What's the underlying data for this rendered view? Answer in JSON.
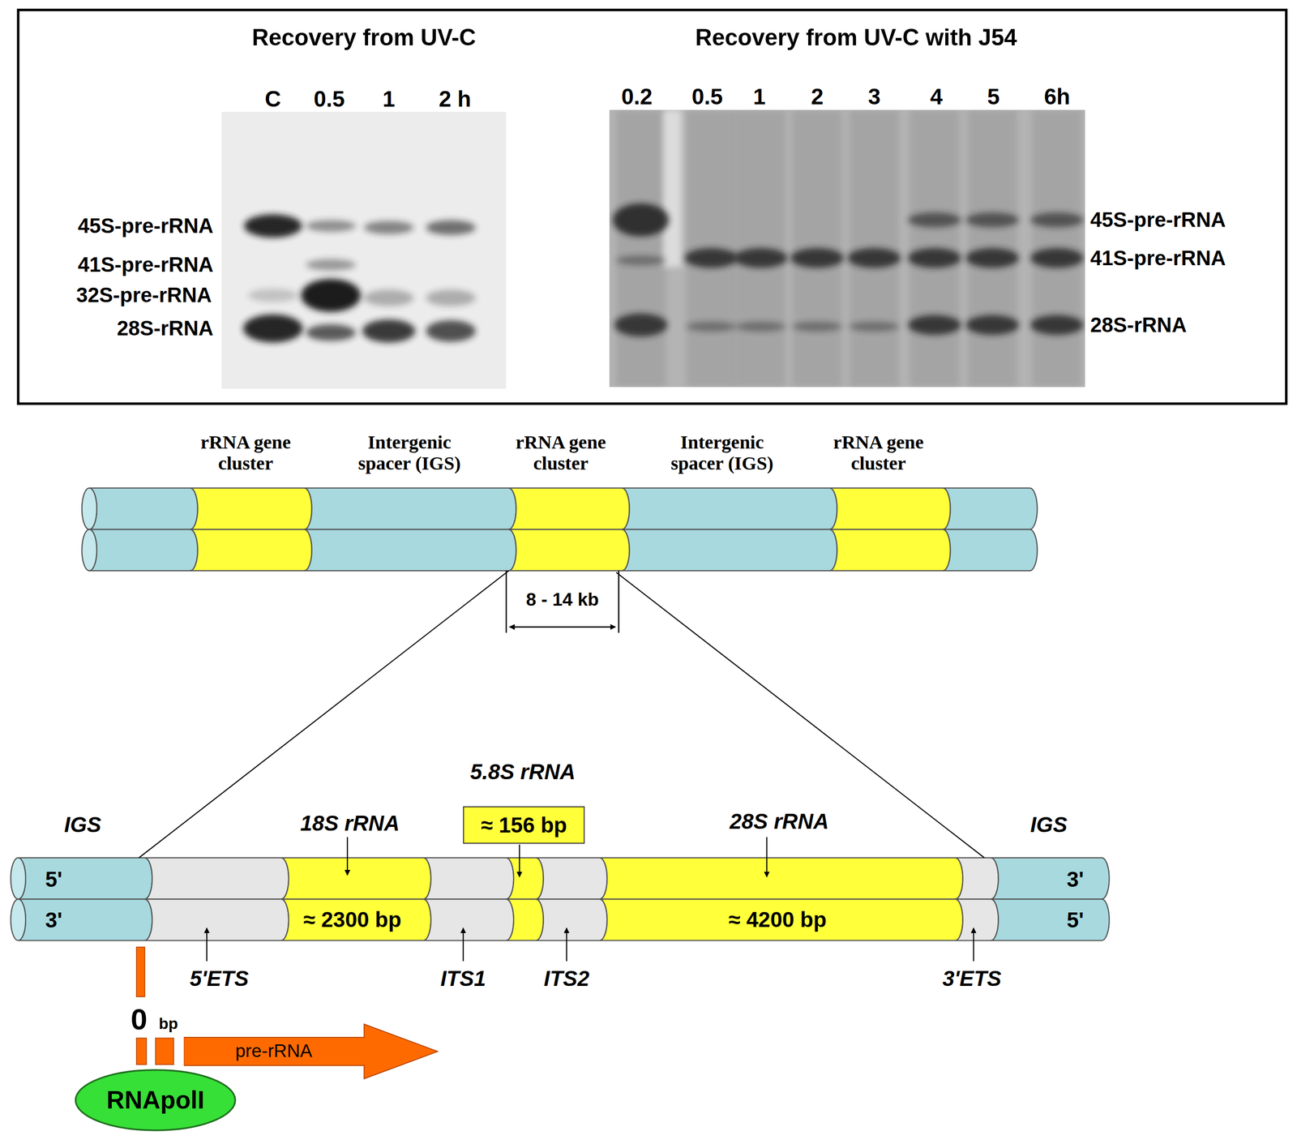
{
  "diagram": {
    "nodes": [
      {
        "text": [
          "Recovery from UV-C"
        ]
      },
      {
        "text": [
          "Recovery from UV-C with J54"
        ]
      },
      {
        "text": [
          "≈ 156 bp"
        ]
      },
      {
        "text": [
          "≈ 2300 bp"
        ]
      },
      {
        "text": [
          "≈ 4200 bp"
        ]
      },
      {
        "text": [
          "pre-rRNA"
        ]
      },
      {
        "text": [
          "RNApolI"
        ]
      }
    ],
    "labels": [
      "C",
      "0.5",
      "1",
      "2 h",
      "45S-pre-rRNA",
      "41S-pre-rRNA",
      "32S-pre-rRNA",
      "28S-rRNA",
      "0.2",
      "0.5",
      "1",
      "2",
      "3",
      "4",
      "5",
      "6h",
      "45S-pre-rRNA",
      "41S-pre-rRNA",
      "28S-rRNA",
      "rRNA gene cluster",
      "Intergenic spacer (IGS)",
      "rRNA gene cluster",
      "Intergenic spacer (IGS)",
      "rRNA gene cluster",
      "8 - 14 kb",
      "IGS",
      "18S rRNA",
      "5.8S rRNA",
      "28S rRNA",
      "IGS",
      "5'",
      "3'",
      "3'",
      "5'",
      "5'ETS",
      "ITS1",
      "ITS2",
      "3'ETS",
      "0",
      "bp"
    ]
  }
}
